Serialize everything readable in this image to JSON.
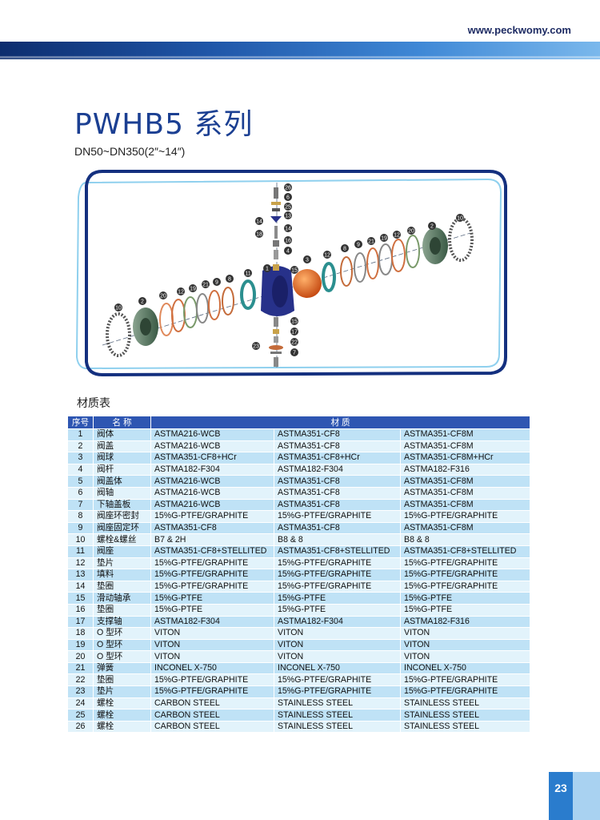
{
  "header": {
    "url": "www.peckwomy.com"
  },
  "title": "PWHB5 系列",
  "subtitle": "DN50~DN350(2″~14″)",
  "diagram": {
    "labels": [
      "26",
      "6",
      "25",
      "13",
      "14",
      "14",
      "18",
      "16",
      "4",
      "1",
      "15",
      "3",
      "2",
      "10",
      "12",
      "8",
      "9",
      "21",
      "19",
      "12",
      "20",
      "11",
      "8",
      "9",
      "21",
      "19",
      "12",
      "20",
      "2",
      "10",
      "15",
      "17",
      "23",
      "22",
      "7"
    ]
  },
  "table": {
    "title": "材质表",
    "header": {
      "no": "序号",
      "name": "名 称",
      "material": "材 质"
    },
    "rows": [
      {
        "no": "1",
        "name": "阀体",
        "m1": "ASTMA216-WCB",
        "m2": "ASTMA351-CF8",
        "m3": "ASTMA351-CF8M"
      },
      {
        "no": "2",
        "name": "阀盖",
        "m1": "ASTMA216-WCB",
        "m2": "ASTMA351-CF8",
        "m3": "ASTMA351-CF8M"
      },
      {
        "no": "3",
        "name": "阀球",
        "m1": "ASTMA351-CF8+HCr",
        "m2": "ASTMA351-CF8+HCr",
        "m3": "ASTMA351-CF8M+HCr"
      },
      {
        "no": "4",
        "name": "阀杆",
        "m1": "ASTMA182-F304",
        "m2": "ASTMA182-F304",
        "m3": "ASTMA182-F316"
      },
      {
        "no": "5",
        "name": "阀盖体",
        "m1": "ASTMA216-WCB",
        "m2": "ASTMA351-CF8",
        "m3": "ASTMA351-CF8M"
      },
      {
        "no": "6",
        "name": "阀轴",
        "m1": "ASTMA216-WCB",
        "m2": "ASTMA351-CF8",
        "m3": "ASTMA351-CF8M"
      },
      {
        "no": "7",
        "name": "下轴盖板",
        "m1": "ASTMA216-WCB",
        "m2": "ASTMA351-CF8",
        "m3": "ASTMA351-CF8M"
      },
      {
        "no": "8",
        "name": "阀座环密封",
        "m1": "15%G-PTFE/GRAPHITE",
        "m2": "15%G-PTFE/GRAPHITE",
        "m3": "15%G-PTFE/GRAPHITE"
      },
      {
        "no": "9",
        "name": "阀座固定环",
        "m1": "ASTMA351-CF8",
        "m2": "ASTMA351-CF8",
        "m3": "ASTMA351-CF8M"
      },
      {
        "no": "10",
        "name": "螺栓&螺丝",
        "m1": "B7 & 2H",
        "m2": "B8 & 8",
        "m3": "B8 & 8"
      },
      {
        "no": "11",
        "name": "阀座",
        "m1": "ASTMA351-CF8+STELLITED",
        "m2": "ASTMA351-CF8+STELLITED",
        "m3": "ASTMA351-CF8+STELLITED"
      },
      {
        "no": "12",
        "name": "垫片",
        "m1": "15%G-PTFE/GRAPHITE",
        "m2": "15%G-PTFE/GRAPHITE",
        "m3": "15%G-PTFE/GRAPHITE"
      },
      {
        "no": "13",
        "name": "填料",
        "m1": "15%G-PTFE/GRAPHITE",
        "m2": "15%G-PTFE/GRAPHITE",
        "m3": "15%G-PTFE/GRAPHITE"
      },
      {
        "no": "14",
        "name": "垫圈",
        "m1": "15%G-PTFE/GRAPHITE",
        "m2": "15%G-PTFE/GRAPHITE",
        "m3": "15%G-PTFE/GRAPHITE"
      },
      {
        "no": "15",
        "name": "滑动轴承",
        "m1": "15%G-PTFE",
        "m2": "15%G-PTFE",
        "m3": "15%G-PTFE"
      },
      {
        "no": "16",
        "name": "垫圈",
        "m1": "15%G-PTFE",
        "m2": "15%G-PTFE",
        "m3": "15%G-PTFE"
      },
      {
        "no": "17",
        "name": "支撑轴",
        "m1": "ASTMA182-F304",
        "m2": "ASTMA182-F304",
        "m3": "ASTMA182-F316"
      },
      {
        "no": "18",
        "name": "O 型环",
        "m1": "VITON",
        "m2": "VITON",
        "m3": "VITON"
      },
      {
        "no": "19",
        "name": "O 型环",
        "m1": "VITON",
        "m2": "VITON",
        "m3": "VITON"
      },
      {
        "no": "20",
        "name": "O 型环",
        "m1": "VITON",
        "m2": "VITON",
        "m3": "VITON"
      },
      {
        "no": "21",
        "name": "弹簧",
        "m1": "INCONEL X-750",
        "m2": "INCONEL X-750",
        "m3": "INCONEL X-750"
      },
      {
        "no": "22",
        "name": "垫圈",
        "m1": "15%G-PTFE/GRAPHITE",
        "m2": "15%G-PTFE/GRAPHITE",
        "m3": "15%G-PTFE/GRAPHITE"
      },
      {
        "no": "23",
        "name": "垫片",
        "m1": "15%G-PTFE/GRAPHITE",
        "m2": "15%G-PTFE/GRAPHITE",
        "m3": "15%G-PTFE/GRAPHITE"
      },
      {
        "no": "24",
        "name": "螺栓",
        "m1": "CARBON STEEL",
        "m2": "STAINLESS STEEL",
        "m3": "STAINLESS STEEL"
      },
      {
        "no": "25",
        "name": "螺栓",
        "m1": "CARBON STEEL",
        "m2": "STAINLESS STEEL",
        "m3": "STAINLESS STEEL"
      },
      {
        "no": "26",
        "name": "螺栓",
        "m1": "CARBON STEEL",
        "m2": "STAINLESS STEEL",
        "m3": "STAINLESS STEEL"
      }
    ]
  },
  "page_number": "23",
  "colors": {
    "brand_blue": "#1b3f92",
    "header_row": "#2e56b2",
    "row_a": "#bfe2f6",
    "row_b": "#e2f3fb"
  }
}
